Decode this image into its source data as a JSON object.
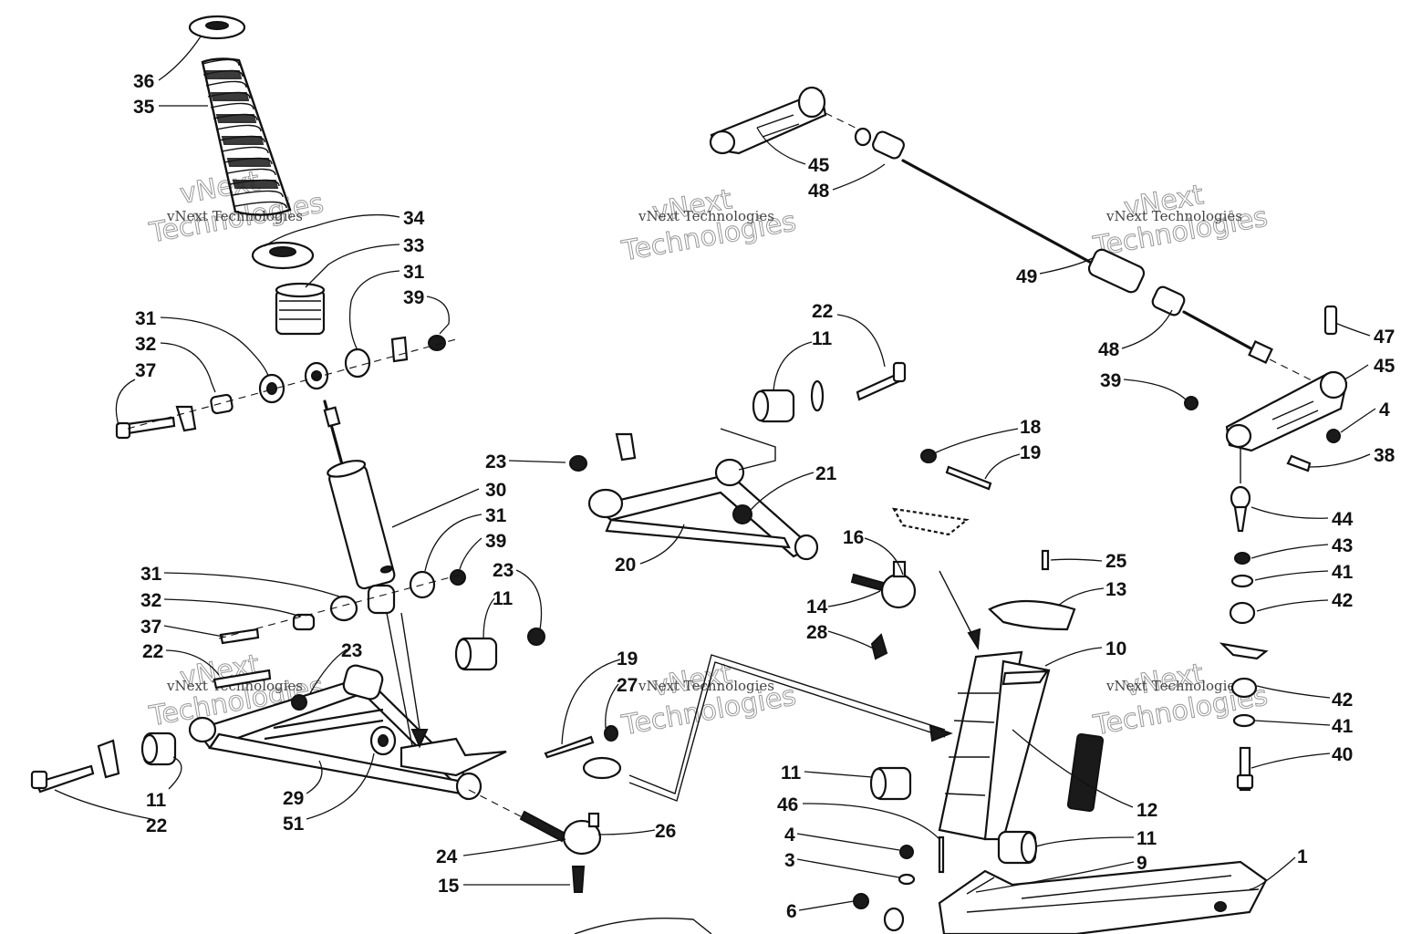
{
  "watermark": {
    "small_text": "vNext Technologies",
    "big_line1": "vNext",
    "big_line2": "Technologies"
  },
  "callouts": [
    {
      "id": "c36",
      "text": "36"
    },
    {
      "id": "c35",
      "text": "35"
    },
    {
      "id": "c34",
      "text": "34"
    },
    {
      "id": "c33",
      "text": "33"
    },
    {
      "id": "c31a",
      "text": "31"
    },
    {
      "id": "c39a",
      "text": "39"
    },
    {
      "id": "c31b",
      "text": "31"
    },
    {
      "id": "c32a",
      "text": "32"
    },
    {
      "id": "c37a",
      "text": "37"
    },
    {
      "id": "c23a",
      "text": "23"
    },
    {
      "id": "c30",
      "text": "30"
    },
    {
      "id": "c31c",
      "text": "31"
    },
    {
      "id": "c39b",
      "text": "39"
    },
    {
      "id": "c23b",
      "text": "23"
    },
    {
      "id": "c31d",
      "text": "31"
    },
    {
      "id": "c32b",
      "text": "32"
    },
    {
      "id": "c11a",
      "text": "11"
    },
    {
      "id": "c37b",
      "text": "37"
    },
    {
      "id": "c22a",
      "text": "22"
    },
    {
      "id": "c23c",
      "text": "23"
    },
    {
      "id": "c11b",
      "text": "11"
    },
    {
      "id": "c22b",
      "text": "22"
    },
    {
      "id": "c29",
      "text": "29"
    },
    {
      "id": "c51",
      "text": "51"
    },
    {
      "id": "c19a",
      "text": "19"
    },
    {
      "id": "c27",
      "text": "27"
    },
    {
      "id": "c24",
      "text": "24"
    },
    {
      "id": "c26",
      "text": "26"
    },
    {
      "id": "c15",
      "text": "15"
    },
    {
      "id": "c22c",
      "text": "22"
    },
    {
      "id": "c11c",
      "text": "11"
    },
    {
      "id": "c21",
      "text": "21"
    },
    {
      "id": "c20",
      "text": "20"
    },
    {
      "id": "c18",
      "text": "18"
    },
    {
      "id": "c19b",
      "text": "19"
    },
    {
      "id": "c16",
      "text": "16"
    },
    {
      "id": "c14",
      "text": "14"
    },
    {
      "id": "c28",
      "text": "28"
    },
    {
      "id": "c45a",
      "text": "45"
    },
    {
      "id": "c48a",
      "text": "48"
    },
    {
      "id": "c49",
      "text": "49"
    },
    {
      "id": "c48b",
      "text": "48"
    },
    {
      "id": "c39c",
      "text": "39"
    },
    {
      "id": "c47",
      "text": "47"
    },
    {
      "id": "c45b",
      "text": "45"
    },
    {
      "id": "c4a",
      "text": "4"
    },
    {
      "id": "c38",
      "text": "38"
    },
    {
      "id": "c44",
      "text": "44"
    },
    {
      "id": "c43",
      "text": "43"
    },
    {
      "id": "c41a",
      "text": "41"
    },
    {
      "id": "c42a",
      "text": "42"
    },
    {
      "id": "c42b",
      "text": "42"
    },
    {
      "id": "c41b",
      "text": "41"
    },
    {
      "id": "c40",
      "text": "40"
    },
    {
      "id": "c25",
      "text": "25"
    },
    {
      "id": "c13",
      "text": "13"
    },
    {
      "id": "c10",
      "text": "10"
    },
    {
      "id": "c12",
      "text": "12"
    },
    {
      "id": "c11d",
      "text": "11"
    },
    {
      "id": "c11e",
      "text": "11"
    },
    {
      "id": "c46",
      "text": "46"
    },
    {
      "id": "c4b",
      "text": "4"
    },
    {
      "id": "c3",
      "text": "3"
    },
    {
      "id": "c9",
      "text": "9"
    },
    {
      "id": "c1",
      "text": "1"
    },
    {
      "id": "c6",
      "text": "6"
    }
  ]
}
